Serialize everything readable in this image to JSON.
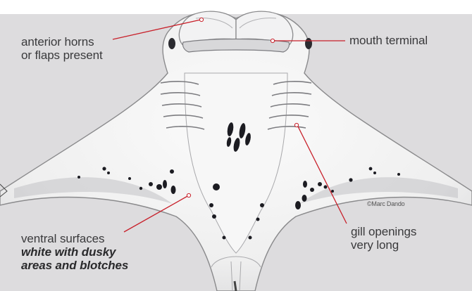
{
  "labels": {
    "anterior_horns": [
      "anterior horns",
      "or flaps present"
    ],
    "mouth": "mouth terminal",
    "gill": [
      "gill openings",
      "very long"
    ],
    "ventral": [
      "ventral surfaces",
      "white with dusky",
      "areas and blotches"
    ]
  },
  "credit": "©Marc Dando",
  "colors": {
    "background": "#dddcde",
    "body_fill": "#f4f4f4",
    "outline": "#8a8a8c",
    "leader_line": "#c8202a",
    "spots": "#1c1c22"
  }
}
